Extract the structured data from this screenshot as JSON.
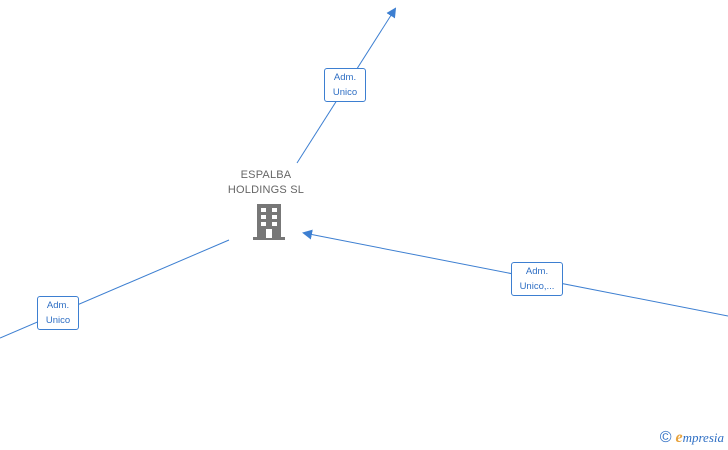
{
  "company": {
    "name_line1": "ESPALBA",
    "name_line2": "HOLDINGS  SL"
  },
  "edges": {
    "top": {
      "line1": "Adm.",
      "line2": "Unico"
    },
    "left": {
      "line1": "Adm.",
      "line2": "Unico"
    },
    "right": {
      "line1": "Adm.",
      "line2": "Unico,..."
    }
  },
  "footer": {
    "copyright_symbol": "©",
    "brand_initial": "e",
    "brand_rest": "mpresia"
  },
  "colors": {
    "edge": "#3d7fd1",
    "node_text": "#666666",
    "icon": "#777777",
    "brand_accent": "#e8a33d"
  }
}
